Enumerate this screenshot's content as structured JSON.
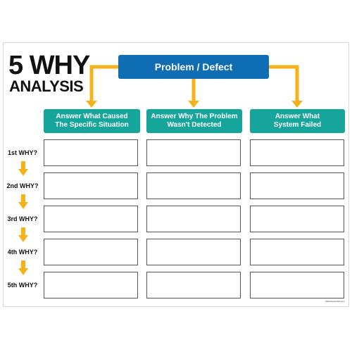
{
  "title": {
    "line1": "5 WHY",
    "line2": "ANALYSIS"
  },
  "problem_label": "Problem / Defect",
  "columns": [
    "Answer What Caused\nThe Specific Situation",
    "Answer Why The Problem\nWasn't Detected",
    "Answer What\nSystem Failed"
  ],
  "rows": [
    "1st WHY?",
    "2nd WHY?",
    "3rd WHY?",
    "4th WHY?",
    "5th WHY?"
  ],
  "credit": "safetysignsmart.com",
  "colors": {
    "problem_box": "#0e6db3",
    "column_header": "#16a59a",
    "arrow": "#f5b21b",
    "text": "#111111"
  }
}
